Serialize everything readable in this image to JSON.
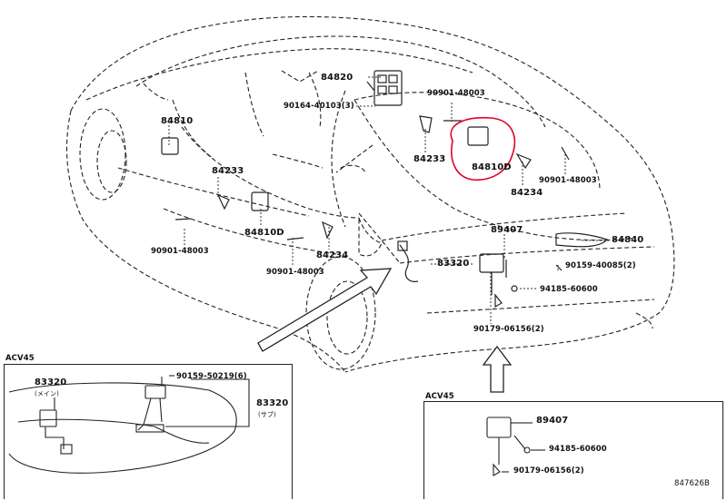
{
  "diagram_code": "847626B",
  "variant_label": "ACV45",
  "callouts": {
    "p84820": "84820",
    "p90164": "90164-40103(3)",
    "p90901_top": "90901-48003",
    "p84810_left": "84810",
    "p84233_left": "84233",
    "p84233_center": "84233",
    "p84810D_center": "84810D",
    "p84810D_highlight": "84810D",
    "p90901_rightclip": "90901-48003",
    "p84234_right": "84234",
    "p90901_left": "90901-48003",
    "p90901_bottom": "90901-48003",
    "p84234_center": "84234",
    "p89407": "89407",
    "p84840": "84840",
    "p83320": "83320",
    "p90159_40085": "90159-40085(2)",
    "p94185_60600": "94185-60600",
    "p90179": "90179-06156(2)",
    "inset_83320_main": "83320",
    "inset_main_note": "(メイン)",
    "inset_90159": "90159-50219(6)",
    "inset_83320_sub": "83320",
    "inset_sub_note": "(サブ)",
    "inset2_89407": "89407",
    "inset2_94185": "94185-60600",
    "inset2_90179": "90179-06156(2)"
  },
  "highlight_color": "#e0002a"
}
